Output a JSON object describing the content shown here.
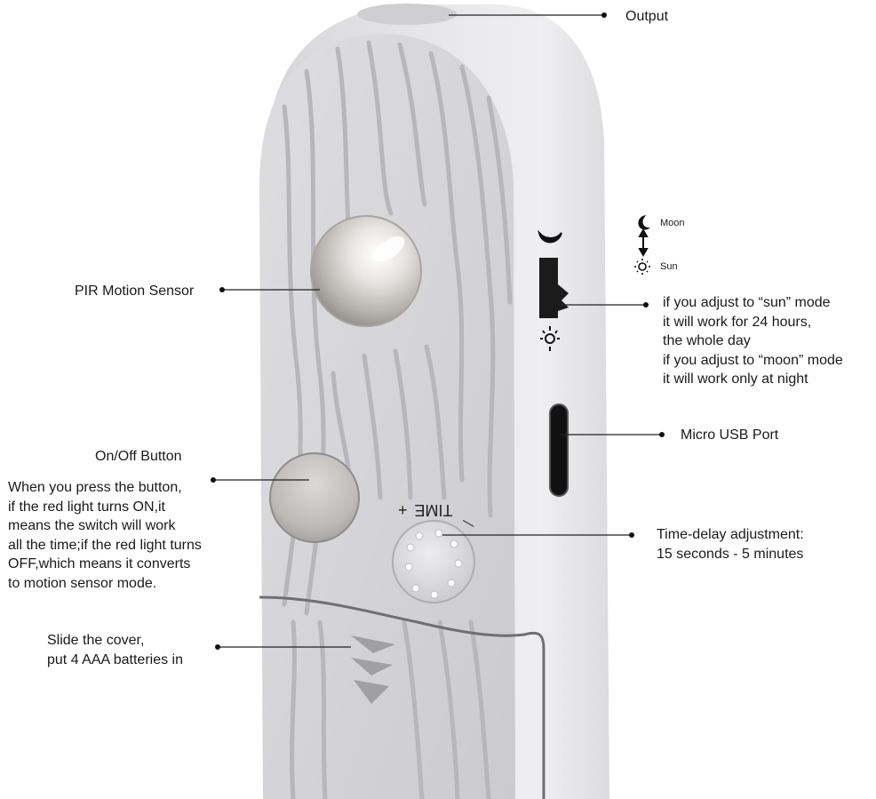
{
  "labels": {
    "output": "Output",
    "pir_motion_sensor": "PIR Motion Sensor",
    "on_off_button_title": "On/Off Button",
    "on_off_button_desc": "When you press the button,\nif the red light turns ON,it\nmeans the switch will work\nall the time;if the red light turns\nOFF,which means it converts\nto motion sensor mode.",
    "slide_cover": "Slide the cover,\nput 4 AAA batteries in",
    "mode_switch_desc": "if you adjust to “sun” mode\nit will work for 24 hours,\nthe whole day\nif you  adjust to “moon” mode\nit will work only at night",
    "micro_usb_port": "Micro USB Port",
    "time_delay": "Time-delay adjustment:\n15 seconds - 5 minutes"
  },
  "mode_legend": {
    "moon": "Moon",
    "sun": "Sun",
    "moon_icon": "moon-icon",
    "sun_icon": "sun-icon",
    "arrow_icon": "up-down-arrow-icon"
  },
  "device_markings": {
    "time": "TIME",
    "plus": "+",
    "minus": "—"
  },
  "colors": {
    "body": "#e3e3e6",
    "body_shadow": "#cfcfd3",
    "groove": "#b9b9bd",
    "switch": "#1b1b1b",
    "leader_line": "#222222"
  }
}
